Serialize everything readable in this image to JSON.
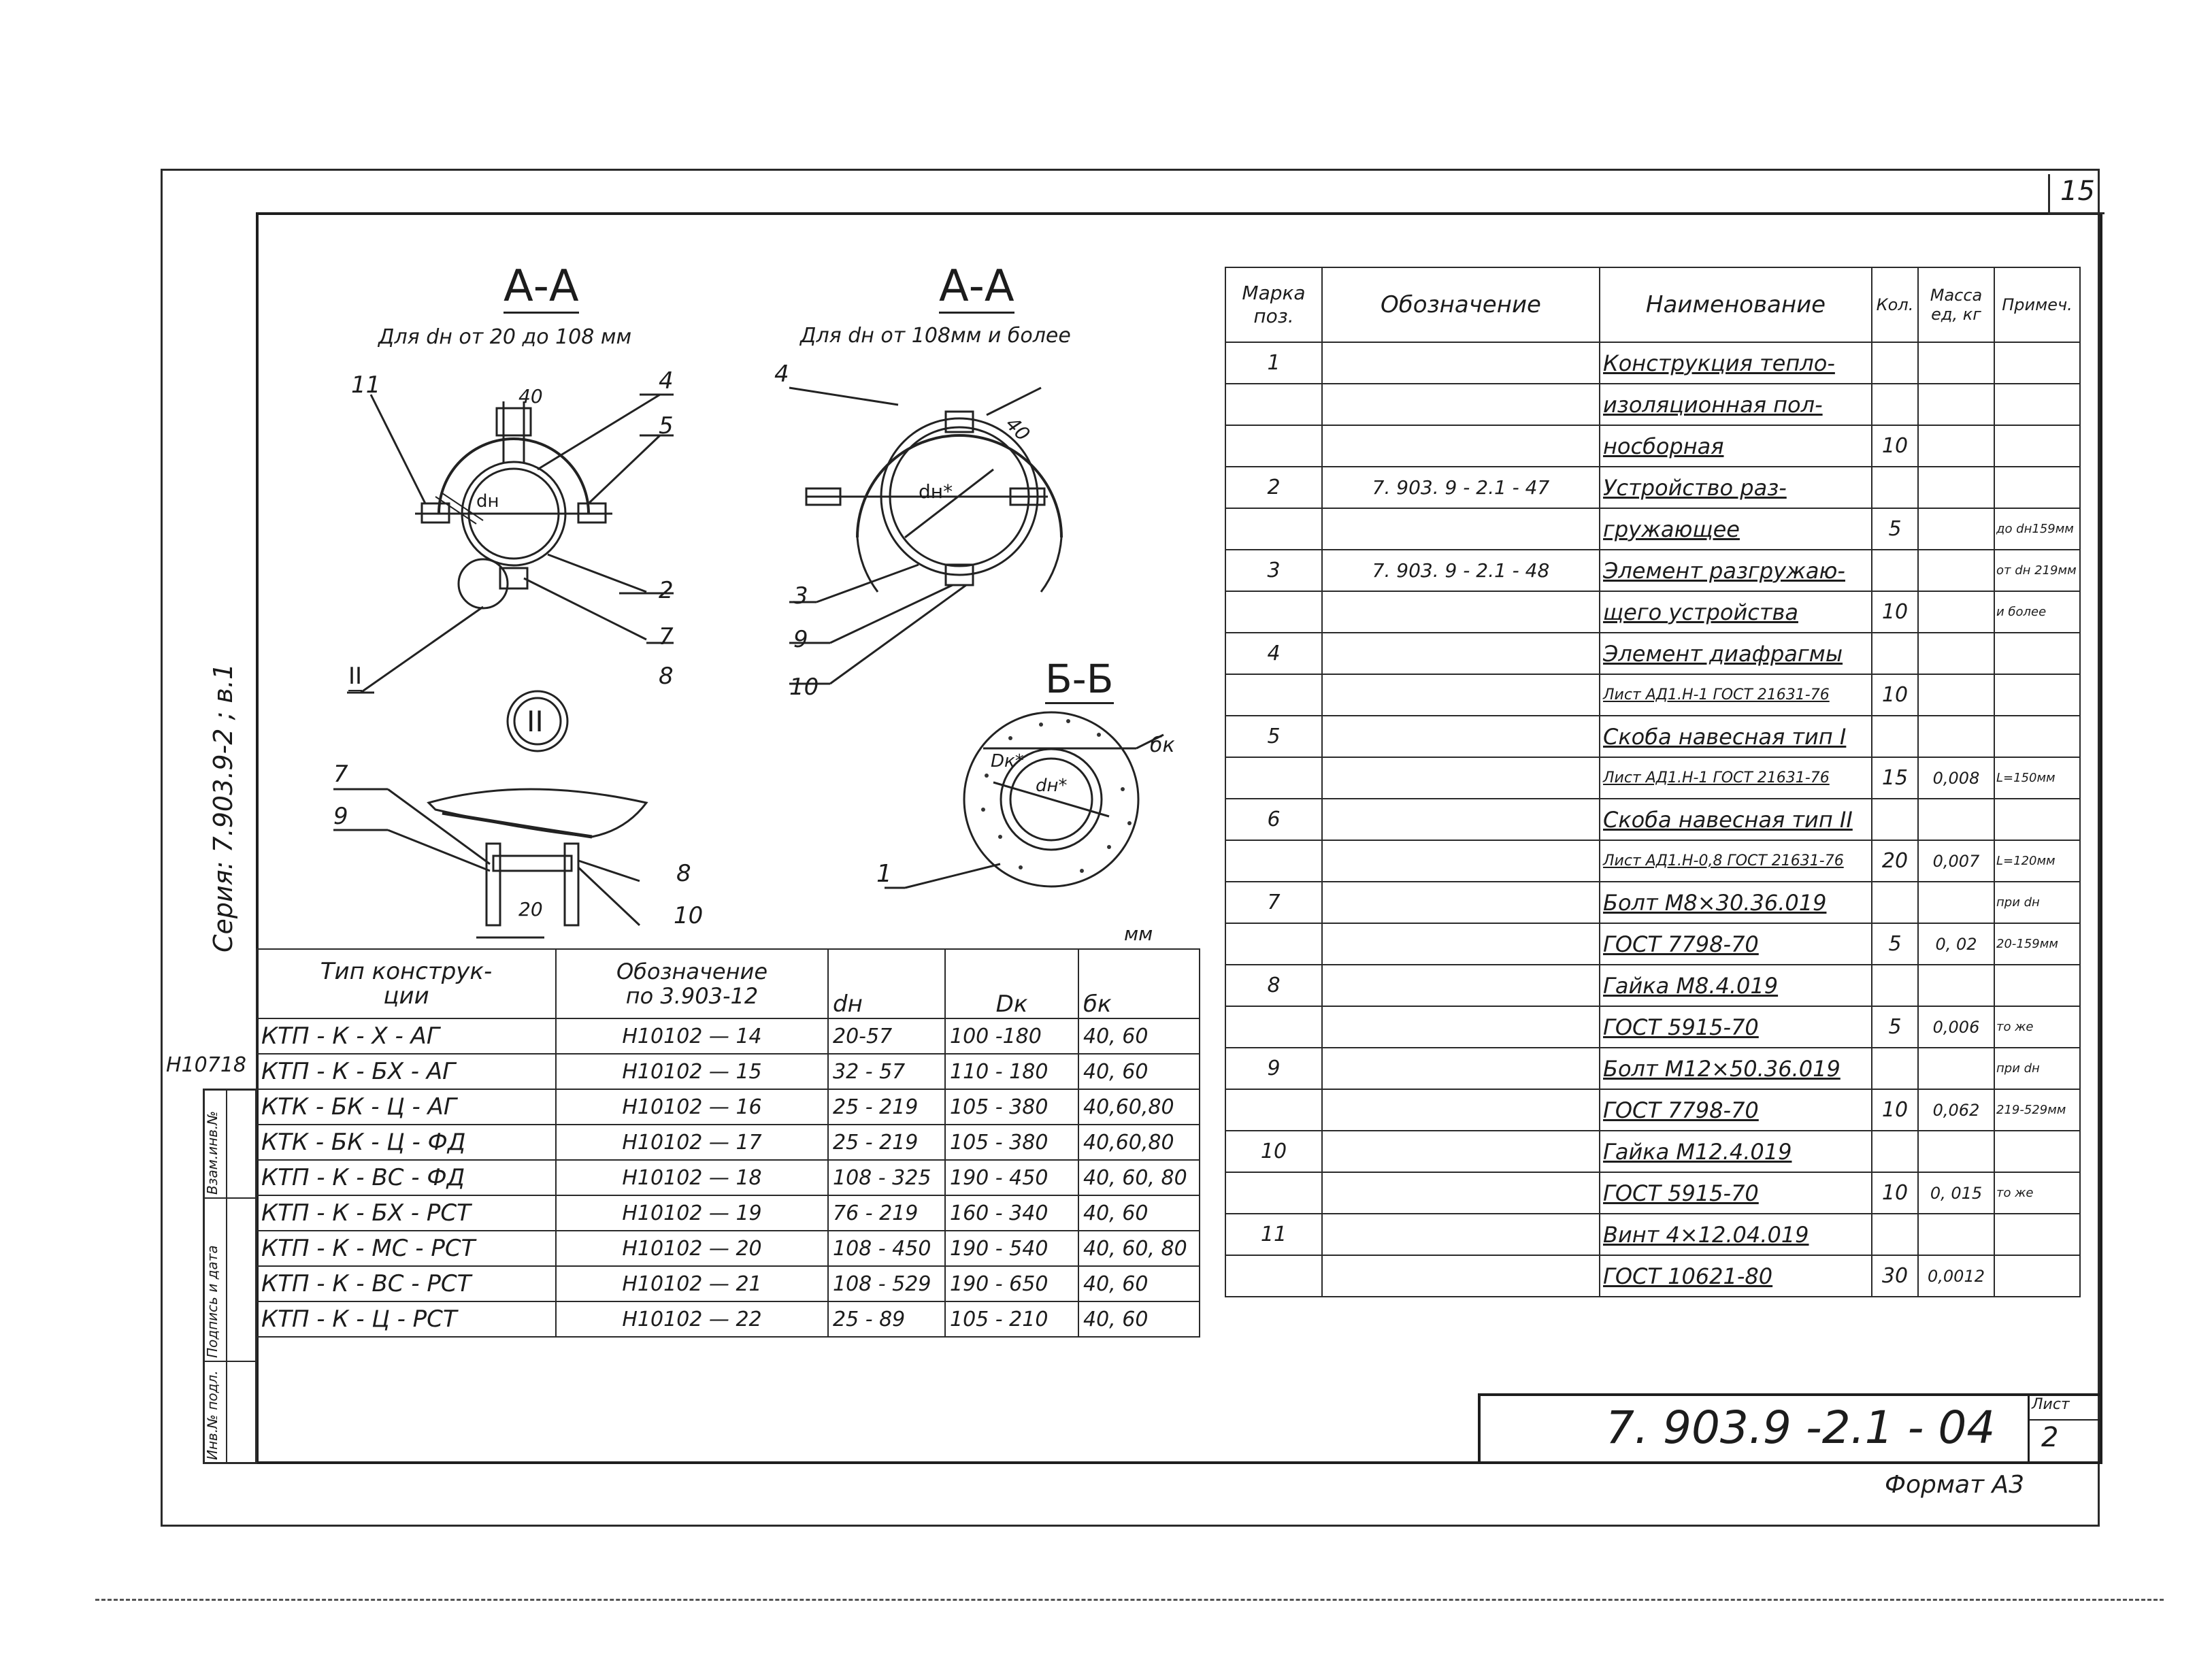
{
  "sheet": {
    "page_number": "15",
    "code": "7. 903.9 -2.1 - 04",
    "list_label": "Лист",
    "list_number": "2",
    "format": "Формат А3",
    "series_vertical": "Серия: 7.903.9-2 ; в.1",
    "archive_number": "Н10718",
    "side_box_labels": [
      "Взам.инв.№",
      "Подпись и дата",
      "Инв.№ подл."
    ]
  },
  "drawings": {
    "section_aa_small": {
      "title": "А-А",
      "caption": "Для dн от 20 до 108 мм",
      "dim_40": "40",
      "dn": "dн",
      "callouts": [
        "11",
        "4",
        "5",
        "2",
        "7",
        "8",
        "II"
      ]
    },
    "section_aa_large": {
      "title": "А-А",
      "caption": "Для dн от 108мм и более",
      "dim_40": "40",
      "dn": "dн*",
      "callouts": [
        "4",
        "3",
        "9",
        "10"
      ]
    },
    "section_bb": {
      "title": "Б-Б",
      "dk": "Dк*",
      "dn": "dн*",
      "bk": "бк",
      "callout": "1"
    },
    "detail_ii": {
      "mark": "II",
      "dim_20": "20",
      "callouts": [
        "7",
        "9",
        "8",
        "10"
      ]
    }
  },
  "types_table": {
    "unit": "мм",
    "headers": [
      "Тип конструк-\nции",
      "Обозначение\nпо 3.903-12",
      "dн",
      "Dк",
      "бк"
    ],
    "rows": [
      [
        "КТП - К - Х - АГ",
        "Н10102 — 14",
        "20-57",
        "100 -180",
        "40, 60"
      ],
      [
        "КТП - К - БХ - АГ",
        "Н10102 — 15",
        "32 - 57",
        "110 - 180",
        "40, 60"
      ],
      [
        "КТК - БК - Ц - АГ",
        "Н10102 — 16",
        "25 - 219",
        "105 - 380",
        "40,60,80"
      ],
      [
        "КТК - БК - Ц - ФД",
        "Н10102 — 17",
        "25 - 219",
        "105 - 380",
        "40,60,80"
      ],
      [
        "КТП - К - ВС - ФД",
        "Н10102 — 18",
        "108 - 325",
        "190 - 450",
        "40, 60, 80"
      ],
      [
        "КТП - К - БХ - РСТ",
        "Н10102 — 19",
        "76 - 219",
        "160 - 340",
        "40, 60"
      ],
      [
        "КТП - К - МС - РСТ",
        "Н10102 — 20",
        "108 - 450",
        "190 - 540",
        "40, 60, 80"
      ],
      [
        "КТП - К - ВС - РСТ",
        "Н10102 — 21",
        "108 - 529",
        "190 - 650",
        "40, 60"
      ],
      [
        "КТП - К - Ц - РСТ",
        "Н10102 — 22",
        "25 - 89",
        "105 - 210",
        "40, 60"
      ]
    ]
  },
  "spec_table": {
    "headers": [
      "Марка\nпоз.",
      "Обозначение",
      "Наименование",
      "Кол.",
      "Масса\nед, кг",
      "Примеч."
    ],
    "rows": [
      [
        "1",
        "",
        "Конструкция тепло-",
        "",
        "",
        ""
      ],
      [
        "",
        "",
        "изоляционная пол-",
        "",
        "",
        ""
      ],
      [
        "",
        "",
        "носборная",
        "10",
        "",
        ""
      ],
      [
        "2",
        "7. 903. 9 - 2.1 - 47",
        "Устройство раз-",
        "",
        "",
        ""
      ],
      [
        "",
        "",
        "гружающее",
        "5",
        "",
        "до dн159мм"
      ],
      [
        "3",
        "7. 903. 9 - 2.1 - 48",
        "Элемент разгружаю-",
        "",
        "",
        "от dн 219мм"
      ],
      [
        "",
        "",
        "щего устройства",
        "10",
        "",
        "и более"
      ],
      [
        "4",
        "",
        "Элемент диафрагмы",
        "",
        "",
        ""
      ],
      [
        "",
        "",
        "Лист АД1.Н-1 ГОСТ 21631-76",
        "10",
        "",
        ""
      ],
      [
        "5",
        "",
        "Скоба навесная тип I",
        "",
        "",
        ""
      ],
      [
        "",
        "",
        "Лист АД1.Н-1 ГОСТ 21631-76",
        "15",
        "0,008",
        "L=150мм"
      ],
      [
        "6",
        "",
        "Скоба навесная тип II",
        "",
        "",
        ""
      ],
      [
        "",
        "",
        "Лист АД1.Н-0,8 ГОСТ 21631-76",
        "20",
        "0,007",
        "L=120мм"
      ],
      [
        "7",
        "",
        "Болт М8×30.36.019",
        "",
        "",
        "при dн"
      ],
      [
        "",
        "",
        "ГОСТ 7798-70",
        "5",
        "0, 02",
        "20-159мм"
      ],
      [
        "8",
        "",
        "Гайка М8.4.019",
        "",
        "",
        ""
      ],
      [
        "",
        "",
        "ГОСТ 5915-70",
        "5",
        "0,006",
        "то же"
      ],
      [
        "9",
        "",
        "Болт М12×50.36.019",
        "",
        "",
        "при dн"
      ],
      [
        "",
        "",
        "ГОСТ 7798-70",
        "10",
        "0,062",
        "219-529мм"
      ],
      [
        "10",
        "",
        "Гайка М12.4.019",
        "",
        "",
        ""
      ],
      [
        "",
        "",
        "ГОСТ 5915-70",
        "10",
        "0, 015",
        "то же"
      ],
      [
        "11",
        "",
        "Винт 4×12.04.019",
        "",
        "",
        ""
      ],
      [
        "",
        "",
        "ГОСТ 10621-80",
        "30",
        "0,0012",
        ""
      ]
    ]
  }
}
